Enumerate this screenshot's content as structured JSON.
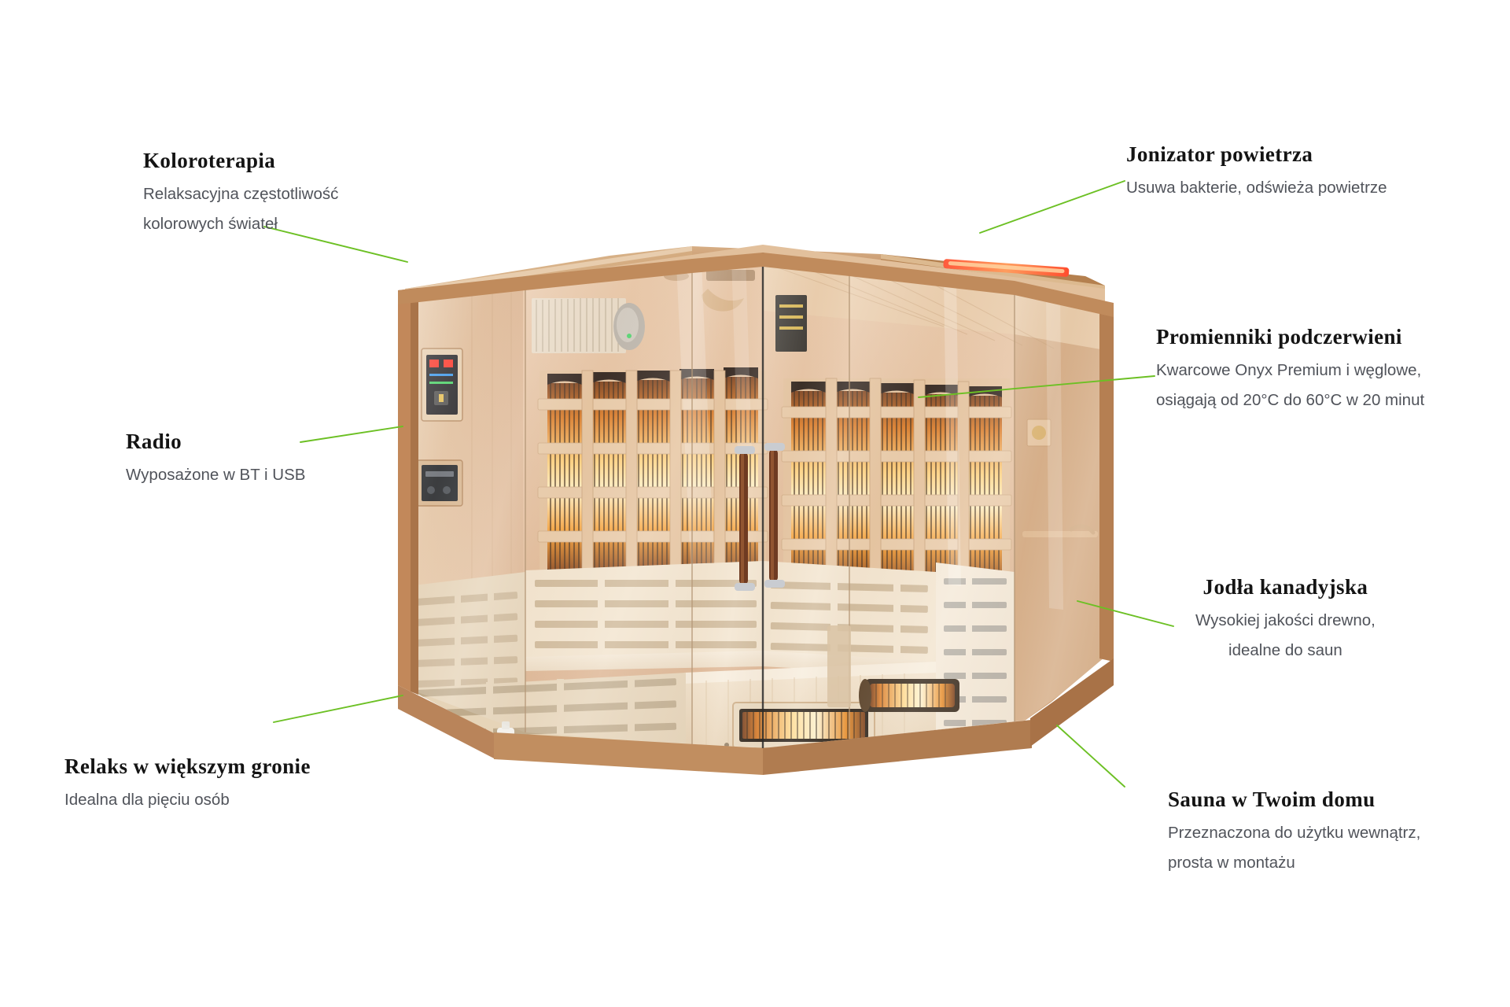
{
  "page": {
    "background": "#ffffff",
    "leader_color": "#6cc024",
    "title_color": "#141414",
    "desc_color": "#50535a"
  },
  "callouts": [
    {
      "key": "koloroterapia",
      "name": "callout-koloroterapia",
      "title": "Koloroterapia",
      "desc_lines": [
        "Relaksacyjna częstotliwość",
        "kolorowych świateł"
      ]
    },
    {
      "key": "jonizator",
      "name": "callout-jonizator-powietrza",
      "title": "Jonizator powietrza",
      "desc_lines": [
        "Usuwa bakterie, odświeża powietrze"
      ]
    },
    {
      "key": "promienniki",
      "name": "callout-promienniki-podczerwieni",
      "title": "Promienniki podczerwieni",
      "desc_lines": [
        "Kwarcowe Onyx Premium i węglowe,",
        "osiągają od 20°C do 60°C w 20 minut"
      ]
    },
    {
      "key": "radio",
      "name": "callout-radio",
      "title": "Radio",
      "desc_lines": [
        "Wyposażone w BT i USB"
      ]
    },
    {
      "key": "jodla",
      "name": "callout-jodla-kanadyjska",
      "title": "Jodła kanadyjska",
      "desc_lines": [
        "Wysokiej jakości drewno,",
        "idealne do saun"
      ]
    },
    {
      "key": "relaks",
      "name": "callout-relaks-w-wiekszym-gronie",
      "title": "Relaks w większym gronie",
      "desc_lines": [
        "Idealna dla pięciu osób"
      ]
    },
    {
      "key": "sauna_dom",
      "name": "callout-sauna-w-twoim-domu",
      "title": "Sauna w Twoim domu",
      "desc_lines": [
        "Przeznaczona do użytku wewnątrz,",
        "prosta w montażu"
      ]
    }
  ],
  "product": {
    "name": "infrared-corner-sauna",
    "colors": {
      "wood_light": "#efd9be",
      "wood_mid": "#e0bf9b",
      "wood_dark": "#b98a5e",
      "wood_frame": "#c79060",
      "glass": "#d9cec2",
      "heater_glow": "#ffb34a",
      "heater_core": "#ffe9b0",
      "bench_light": "#f4e7d4"
    }
  }
}
